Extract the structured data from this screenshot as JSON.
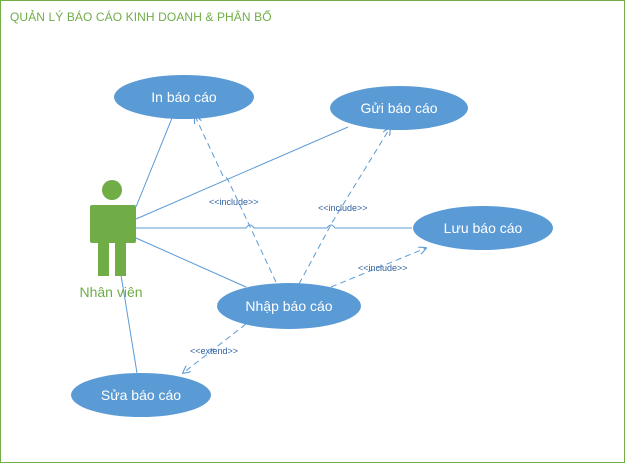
{
  "diagram": {
    "title": "QUẢN LÝ BÁO CÁO KINH DOANH & PHÂN BỔ",
    "actor": {
      "label": "Nhân viên",
      "icon": "stick-figure-icon",
      "color": "#70ad47"
    },
    "use_cases": {
      "in_bao_cao": "In báo cáo",
      "gui_bao_cao": "Gửi báo cáo",
      "luu_bao_cao": "Lưu báo cáo",
      "nhap_bao_cao": "Nhập báo cáo",
      "sua_bao_cao": "Sửa báo cáo"
    },
    "relationships": {
      "include_in": "<<include>>",
      "include_gui": "<<include>>",
      "include_luu": "<<include>>",
      "extend_sua": "<<extend>>"
    },
    "colors": {
      "use_case_fill": "#5b9bd5",
      "line": "#5b9bd5",
      "frame": "#70ad47"
    }
  }
}
